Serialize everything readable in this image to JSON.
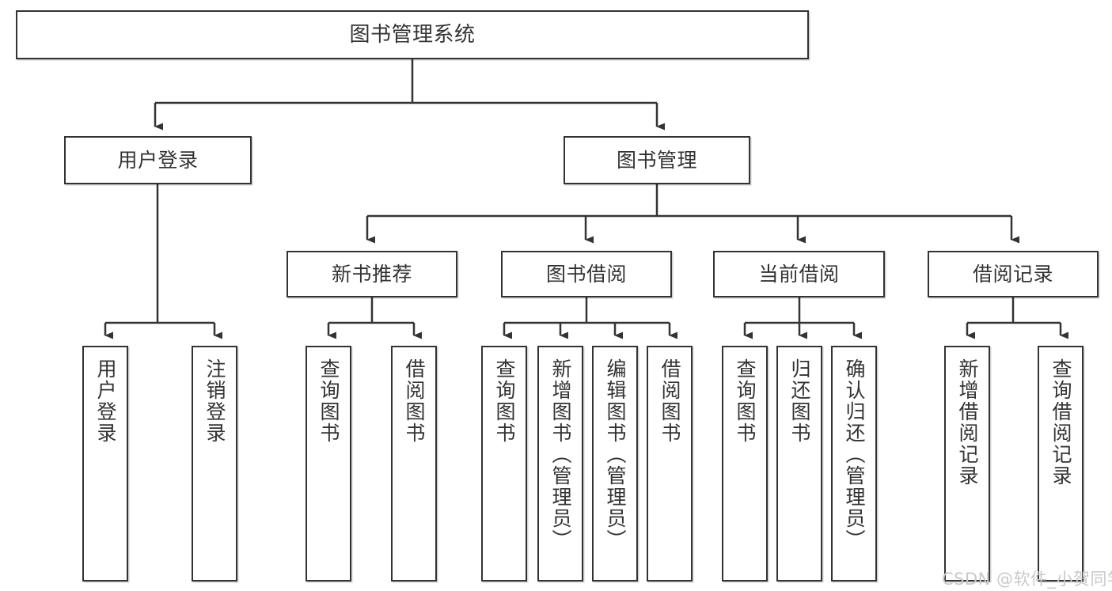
{
  "diagram": {
    "type": "tree",
    "title": "图书管理系统",
    "watermark": "CSDN @软件_小贺同学",
    "colors": {
      "stroke": "#333333",
      "box_fill": "#ffffff",
      "text": "#333333",
      "background": "#ffffff",
      "watermark": "#c9c9c9"
    },
    "nodes": {
      "root": {
        "label": "图书管理系统"
      },
      "level2": [
        {
          "label": "用户登录"
        },
        {
          "label": "图书管理"
        }
      ],
      "level3": [
        {
          "label": "新书推荐"
        },
        {
          "label": "图书借阅"
        },
        {
          "label": "当前借阅"
        },
        {
          "label": "借阅记录"
        }
      ],
      "leaves": {
        "user_login": [
          {
            "label": "用户登录"
          },
          {
            "label": "注销登录"
          }
        ],
        "new_book_recommend": [
          {
            "label": "查询图书"
          },
          {
            "label": "借阅图书"
          }
        ],
        "book_borrow": [
          {
            "label": "查询图书"
          },
          {
            "label": "新增图书（管理员）"
          },
          {
            "label": "编辑图书（管理员）"
          },
          {
            "label": "借阅图书"
          }
        ],
        "current_borrow": [
          {
            "label": "查询图书"
          },
          {
            "label": "归还图书"
          },
          {
            "label": "确认归还（管理员）"
          }
        ],
        "borrow_record": [
          {
            "label": "新增借阅记录"
          },
          {
            "label": "查询借阅记录"
          }
        ]
      }
    }
  }
}
